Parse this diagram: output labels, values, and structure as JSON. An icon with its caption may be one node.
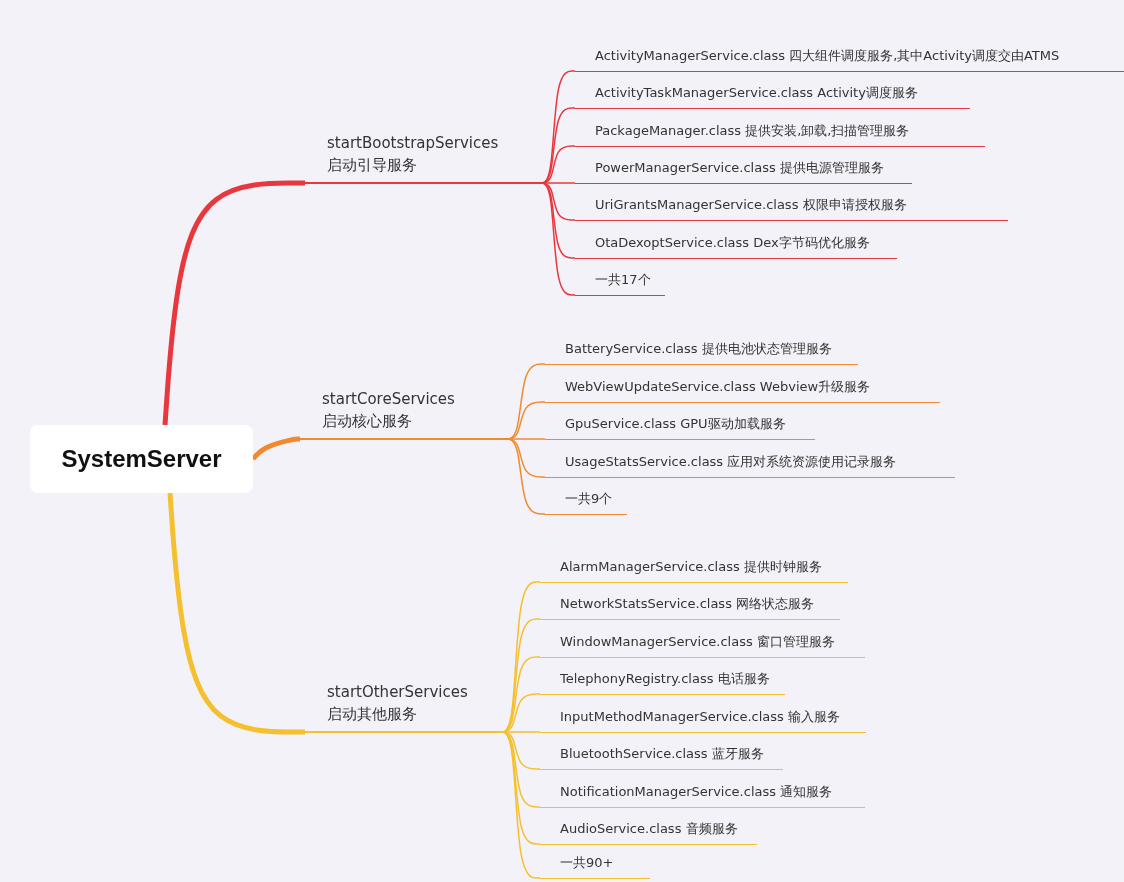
{
  "diagram": {
    "nodes": [
      {
        "text": [
          "SystemServer"
        ]
      },
      {
        "text": [
          "startBootstrapServices",
          "启动引导服务"
        ]
      },
      {
        "text": [
          "startCoreServices",
          "启动核心服务"
        ]
      },
      {
        "text": [
          "startOtherServices",
          "启动其他服务"
        ]
      },
      {
        "text": [
          "ActivityManagerService.class 四大组件调度服务,其中Activity调度交由ATMS"
        ]
      },
      {
        "text": [
          "ActivityTaskManagerService.class Activity调度服务"
        ]
      },
      {
        "text": [
          "PackageManager.class 提供安装,卸载,扫描管理服务"
        ]
      },
      {
        "text": [
          "PowerManagerService.class 提供电源管理服务"
        ]
      },
      {
        "text": [
          "UriGrantsManagerService.class  权限申请授权服务"
        ]
      },
      {
        "text": [
          "OtaDexoptService.class Dex字节码优化服务"
        ]
      },
      {
        "text": [
          "一共17个"
        ]
      },
      {
        "text": [
          "BatteryService.class 提供电池状态管理服务"
        ]
      },
      {
        "text": [
          "WebViewUpdateService.class Webview升级服务"
        ]
      },
      {
        "text": [
          "GpuService.class  GPU驱动加载服务"
        ]
      },
      {
        "text": [
          "UsageStatsService.class  应用对系统资源使用记录服务"
        ]
      },
      {
        "text": [
          "一共9个"
        ]
      },
      {
        "text": [
          "AlarmManagerService.class 提供时钟服务"
        ]
      },
      {
        "text": [
          "NetworkStatsService.class  网络状态服务"
        ]
      },
      {
        "text": [
          "WindowManagerService.class 窗口管理服务"
        ]
      },
      {
        "text": [
          "TelephonyRegistry.class 电话服务"
        ]
      },
      {
        "text": [
          "InputMethodManagerService.class 输入服务"
        ]
      },
      {
        "text": [
          "BluetoothService.class 蓝牙服务"
        ]
      },
      {
        "text": [
          "NotificationManagerService.class 通知服务"
        ]
      },
      {
        "text": [
          "AudioService.class 音频服务"
        ]
      },
      {
        "text": [
          "一共90+"
        ]
      }
    ],
    "edges": [
      {
        "from": 0,
        "to": 1,
        "arrow": "none",
        "style": "thick",
        "color": "#e8383d"
      },
      {
        "from": 0,
        "to": 2,
        "arrow": "none",
        "style": "thick",
        "color": "#f08a30"
      },
      {
        "from": 0,
        "to": 3,
        "arrow": "none",
        "style": "thick"
      },
      {
        "from": 1,
        "to": 4,
        "arrow": "none",
        "color": "#e8383d"
      },
      {
        "from": 1,
        "to": 5,
        "arrow": "none",
        "color": "#e8383d"
      },
      {
        "from": 1,
        "to": 6,
        "arrow": "none",
        "color": "#e8383d"
      },
      {
        "from": 1,
        "to": 7,
        "arrow": "none",
        "color": "#e8383d"
      },
      {
        "from": 1,
        "to": 8,
        "arrow": "none",
        "color": "#e8383d"
      },
      {
        "from": 1,
        "to": 9,
        "arrow": "none",
        "color": "#e8383d"
      },
      {
        "from": 1,
        "to": 10,
        "arrow": "none",
        "color": "#e8383d"
      },
      {
        "from": 2,
        "to": 11,
        "arrow": "none",
        "color": "#f08a30"
      },
      {
        "from": 2,
        "to": 12,
        "arrow": "none",
        "color": "#f08a30"
      },
      {
        "from": 2,
        "to": 13,
        "arrow": "none",
        "color": "#f08a30"
      },
      {
        "from": 2,
        "to": 14,
        "arrow": "none",
        "color": "#f08a30"
      },
      {
        "from": 2,
        "to": 15,
        "arrow": "none",
        "color": "#f08a30"
      },
      {
        "from": 3,
        "to": 16,
        "arrow": "none"
      },
      {
        "from": 3,
        "to": 17,
        "arrow": "none"
      },
      {
        "from": 3,
        "to": 18,
        "arrow": "none"
      },
      {
        "from": 3,
        "to": 19,
        "arrow": "none"
      },
      {
        "from": 3,
        "to": 20,
        "arrow": "none"
      },
      {
        "from": 3,
        "to": 21,
        "arrow": "none"
      },
      {
        "from": 3,
        "to": 22,
        "arrow": "none"
      },
      {
        "from": 3,
        "to": 23,
        "arrow": "none"
      },
      {
        "from": 3,
        "to": 24,
        "arrow": "none"
      }
    ]
  }
}
